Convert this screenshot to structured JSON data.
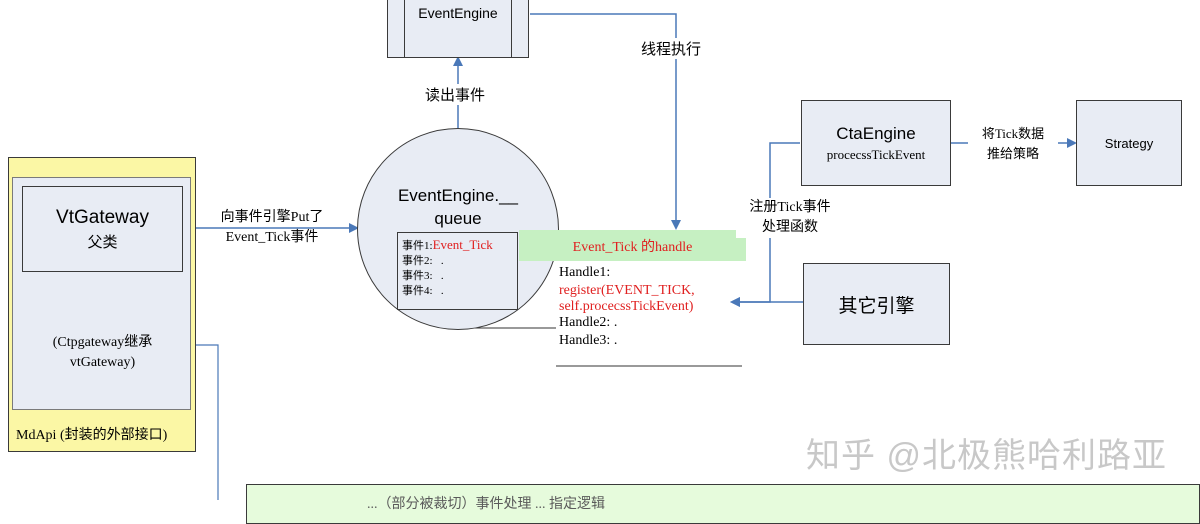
{
  "event_engine": {
    "label": "EventEngine"
  },
  "thread_exec": "线程执行",
  "read_event": "读出事件",
  "queue": {
    "title_line1": "EventEngine.__",
    "title_line2": "queue",
    "events": [
      {
        "label": "事件1:",
        "value": "Event_Tick"
      },
      {
        "label": "事件2:",
        "value": "."
      },
      {
        "label": "事件3:",
        "value": "."
      },
      {
        "label": "事件4:",
        "value": "."
      }
    ]
  },
  "handle_bar": {
    "label": "Event_Tick 的handle"
  },
  "handles": {
    "h1": "Handle1:",
    "h1_code_line1": "register(EVENT_TICK,",
    "h1_code_line2": "self.procecssTickEvent)",
    "h2": "Handle2:   .",
    "h3": "Handle3:   ."
  },
  "mdapi": {
    "label": "MdApi (封装的外部接口)",
    "vtgateway_title": "VtGateway",
    "vtgateway_sub": "父类",
    "ctp_line1": "(Ctpgateway继承",
    "ctp_line2": "vtGateway)"
  },
  "put_label": {
    "line1": "向事件引擎Put了",
    "line2": "Event_Tick事件"
  },
  "cta_engine": {
    "title": "CtaEngine",
    "sub": "procecssTickEvent"
  },
  "strategy": {
    "label": "Strategy"
  },
  "pass_tick": {
    "line1": "将Tick数据",
    "line2": "推给策略"
  },
  "register_tick": {
    "line1": "注册Tick事件",
    "line2": "处理函数"
  },
  "other_engine": {
    "label": "其它引擎"
  },
  "watermark": "知乎 @北极熊哈利路亚",
  "bottom_note": {
    "text": "...（部分被裁切）事件处理 ... 指定逻辑"
  },
  "colors": {
    "box_fill": "#e8ecf4",
    "box_border": "#3a3a3a",
    "arrow": "#4a78b8",
    "mdapi_fill": "#fbf7a5",
    "handle_bar_fill": "#c6f0c2",
    "bottom_note_fill": "#e6fbdc",
    "red_text": "#e02020"
  }
}
